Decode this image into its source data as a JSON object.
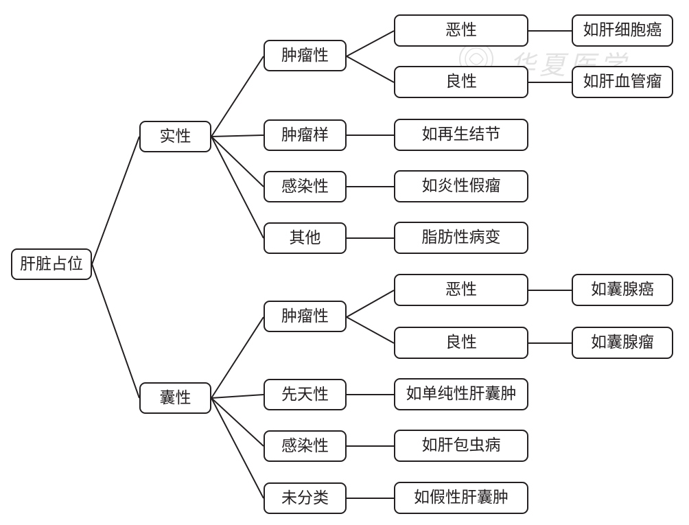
{
  "root": {
    "label": "肝脏占位"
  },
  "categories": [
    {
      "key": "solid",
      "label": "实性"
    },
    {
      "key": "cystic",
      "label": "囊性"
    }
  ],
  "solid": {
    "tumor": {
      "label": "肿瘤性"
    },
    "malignant": {
      "label": "恶性",
      "example": "如肝细胞癌"
    },
    "benign": {
      "label": "良性",
      "example": "如肝血管瘤"
    },
    "tumor_like": {
      "label": "肿瘤样",
      "example": "如再生结节"
    },
    "infectious": {
      "label": "感染性",
      "example": "如炎性假瘤"
    },
    "other": {
      "label": "其他",
      "example": "脂肪性病变"
    }
  },
  "cystic": {
    "tumor": {
      "label": "肿瘤性"
    },
    "malignant": {
      "label": "恶性",
      "example": "如囊腺癌"
    },
    "benign": {
      "label": "良性",
      "example": "如囊腺瘤"
    },
    "congenital": {
      "label": "先天性",
      "example": "如单纯性肝囊肿"
    },
    "infectious": {
      "label": "感染性",
      "example": "如肝包虫病"
    },
    "unclassified": {
      "label": "未分类",
      "example": "如假性肝囊肿"
    }
  },
  "watermark": {
    "text": "华夏医学"
  }
}
